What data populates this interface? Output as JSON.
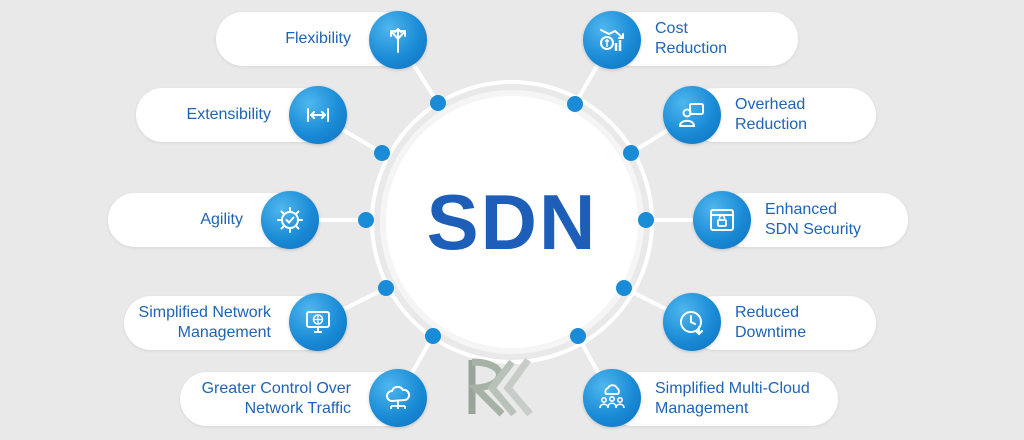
{
  "hub": {
    "title": "SDN"
  },
  "left_items": [
    {
      "id": "flexibility",
      "label": "Flexibility",
      "icon": "arrows-split-icon"
    },
    {
      "id": "extensibility",
      "label": "Extensibility",
      "icon": "extend-arrows-icon"
    },
    {
      "id": "agility",
      "label": "Agility",
      "icon": "gear-check-icon"
    },
    {
      "id": "simplified-network-management",
      "label": "Simplified Network\nManagement",
      "icon": "network-monitor-icon"
    },
    {
      "id": "greater-control",
      "label": "Greater Control Over\nNetwork Traffic",
      "icon": "cloud-network-icon"
    }
  ],
  "right_items": [
    {
      "id": "cost-reduction",
      "label": "Cost\nReduction",
      "icon": "cost-chart-icon"
    },
    {
      "id": "overhead-reduction",
      "label": "Overhead\nReduction",
      "icon": "person-screen-icon"
    },
    {
      "id": "enhanced-security",
      "label": "Enhanced\nSDN Security",
      "icon": "browser-lock-icon"
    },
    {
      "id": "reduced-downtime",
      "label": "Reduced\nDowntime",
      "icon": "clock-down-icon"
    },
    {
      "id": "multi-cloud",
      "label": "Simplified Multi-Cloud\nManagement",
      "icon": "team-cloud-icon"
    }
  ],
  "colors": {
    "accent": "#1a8bd6",
    "text": "#1f63b5",
    "title": "#1d5fb8",
    "background": "#e9e9e9"
  },
  "logo": {
    "icon": "rk-logo-icon"
  }
}
